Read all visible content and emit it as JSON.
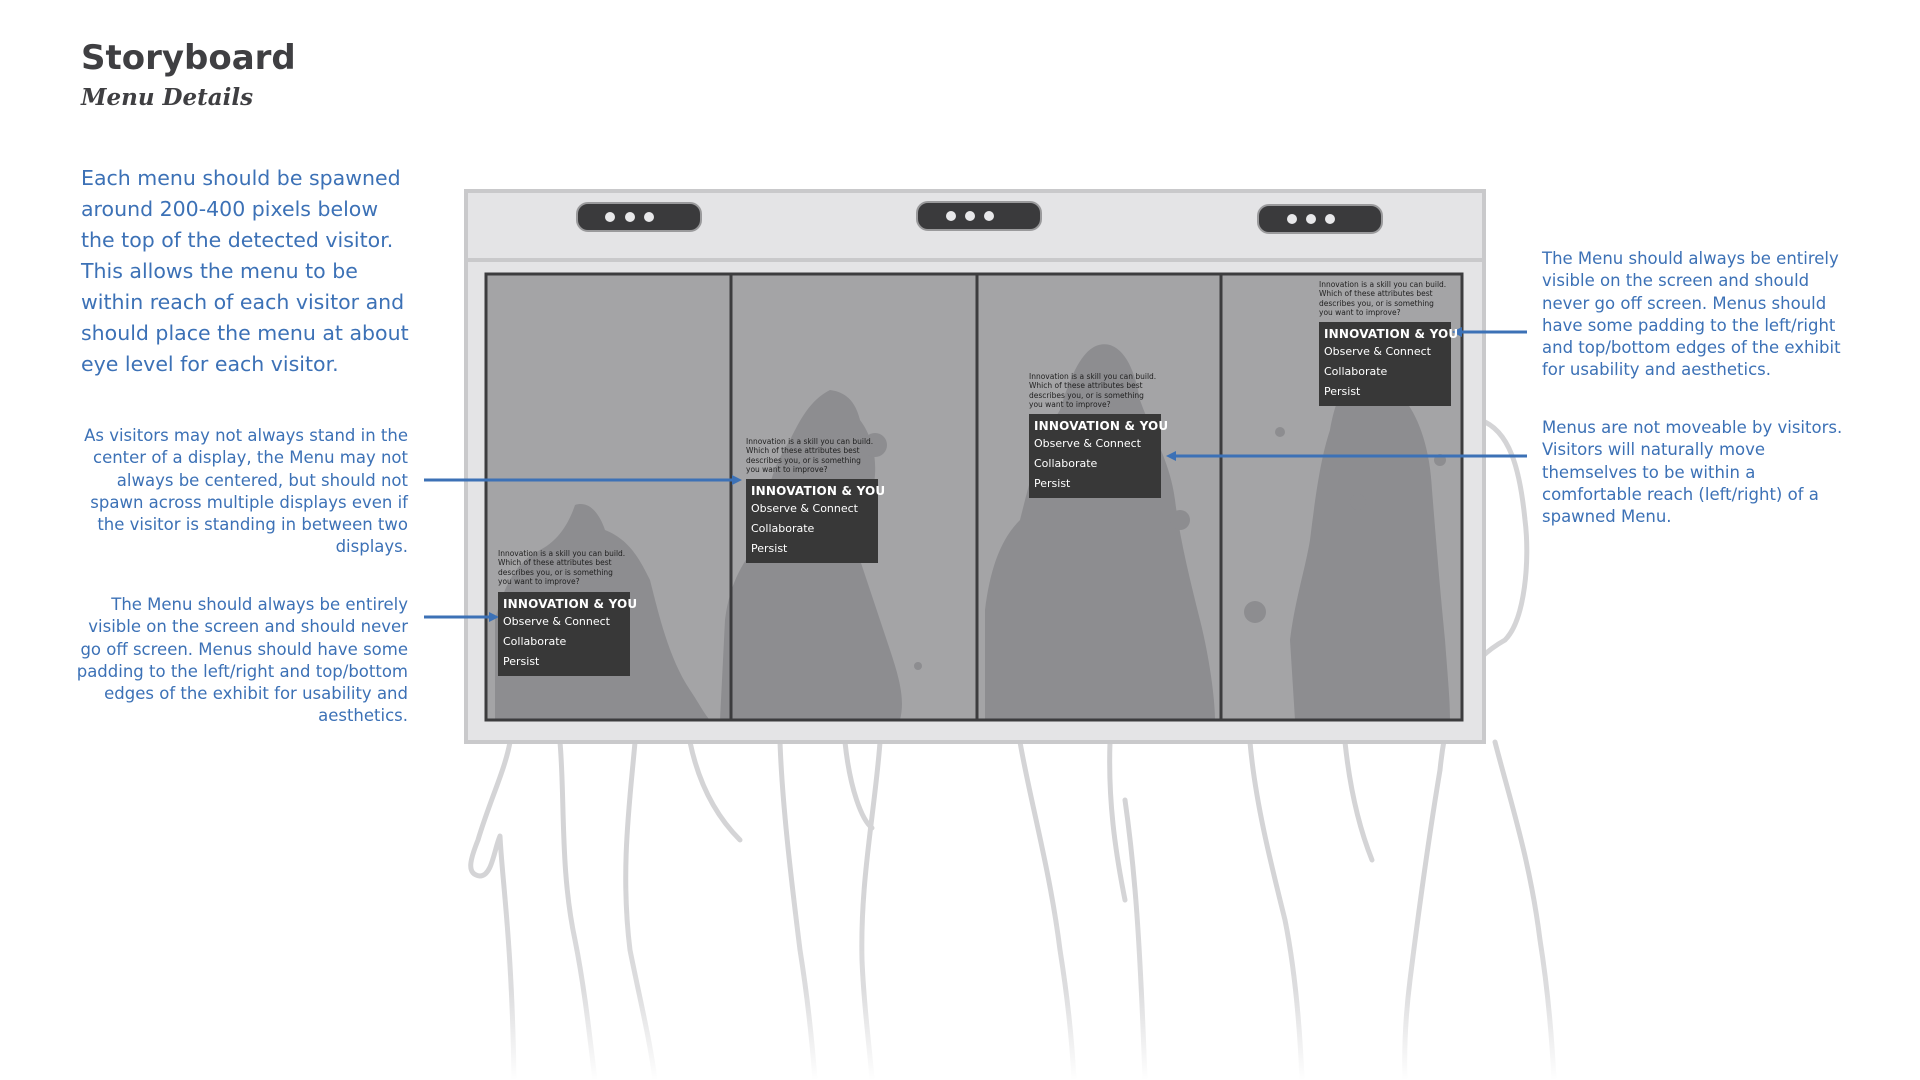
{
  "header": {
    "title": "Storyboard",
    "subtitle": "Menu Details"
  },
  "notes": {
    "spawn_position": "Each menu should be spawned around 200-400 pixels below the top of the detected visitor. This allows the menu to be within reach of each visitor and should place the menu at about eye level for each visitor.",
    "not_centered": "As visitors may not always stand in the center of a display, the Menu may not always be centered, but should not spawn across multiple displays even if the visitor is standing in between two displays.",
    "fit_on_screen_left": "The Menu should always be entirely visible on the screen and should never go off screen. Menus should have some padding to the left/right and top/bottom edges of the exhibit for usability and aesthetics.",
    "fit_on_screen_right": "The Menu should always be entirely visible on the screen and should never go off screen. Menus should have some padding to the left/right and top/bottom edges of the exhibit for usability and aesthetics.",
    "not_moveable": "Menus are not moveable by visitors. Visitors will naturally move themselves to be within a comfortable reach (left/right) of a spawned Menu."
  },
  "menu": {
    "prompt": "Innovation is a skill you can build. Which of these attributes best describes you, or is something you want to improve?",
    "title": "INNOVATION & YOU",
    "items": [
      "Observe & Connect",
      "Collaborate",
      "Persist"
    ]
  },
  "colors": {
    "annotation": "#3c71b6",
    "menu_bg": "#383838",
    "panel": "#a4a4a6",
    "frame": "#e4e4e6"
  },
  "icons": [
    "three-dot-sensor-icon"
  ]
}
